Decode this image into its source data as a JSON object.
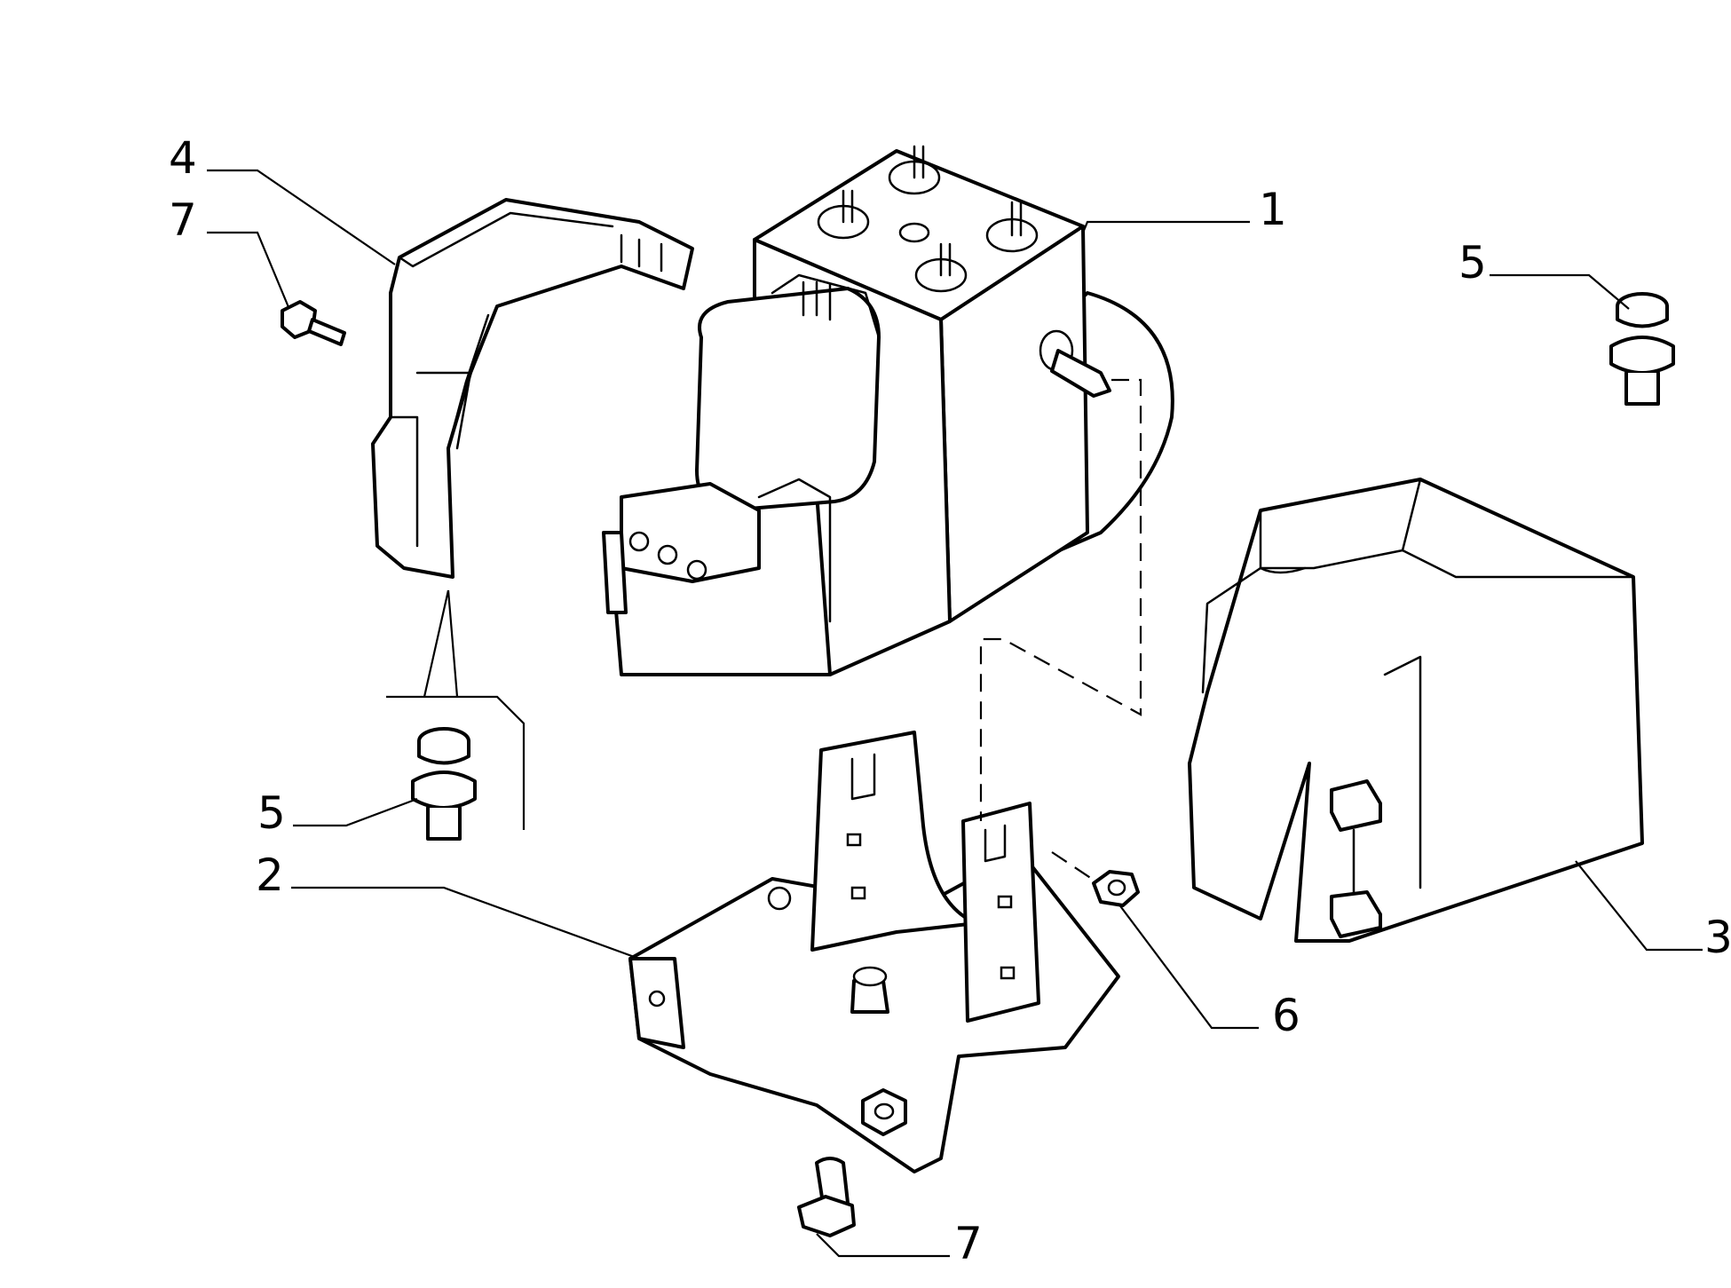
{
  "diagram": {
    "callouts": [
      {
        "id": "c1",
        "label": "1"
      },
      {
        "id": "c2",
        "label": "2"
      },
      {
        "id": "c3",
        "label": "3"
      },
      {
        "id": "c4",
        "label": "4"
      },
      {
        "id": "c5a",
        "label": "5"
      },
      {
        "id": "c5b",
        "label": "5"
      },
      {
        "id": "c6",
        "label": "6"
      },
      {
        "id": "c7a",
        "label": "7"
      },
      {
        "id": "c7b",
        "label": "7"
      }
    ]
  }
}
